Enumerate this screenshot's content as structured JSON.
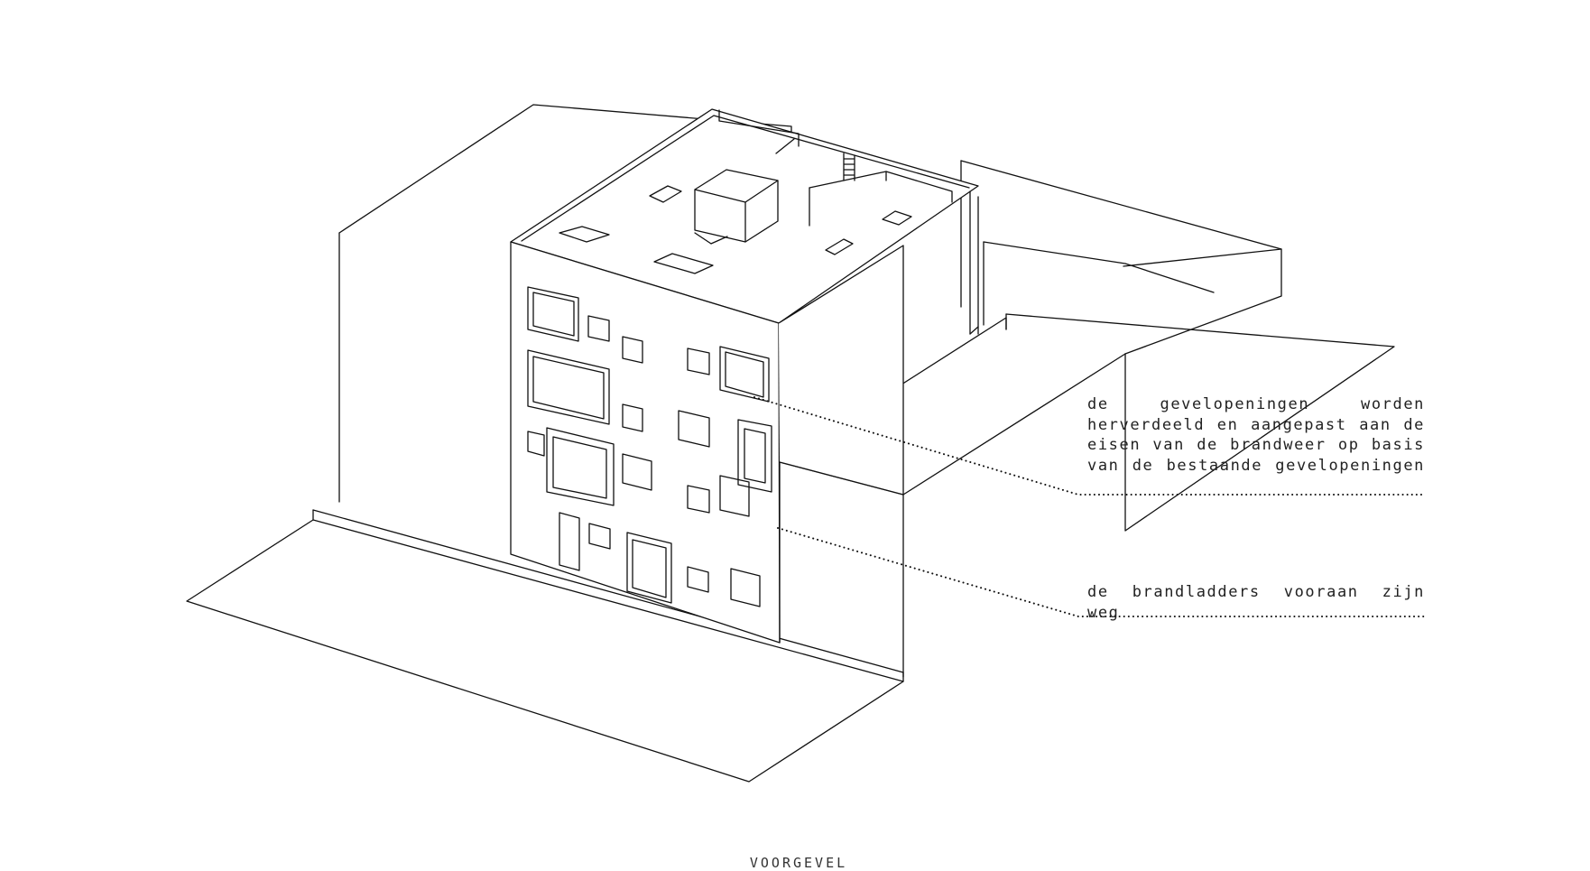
{
  "annotations": [
    {
      "id": "facade-openings",
      "text": "de gevelopeningen worden herverdeeld en aangepast aan de eisen van de brandweer op basis van de bestaande gevelopeningen"
    },
    {
      "id": "fire-ladders",
      "text": "de brandladders vooraan zijn weg"
    }
  ],
  "caption": "VOORGEVEL"
}
